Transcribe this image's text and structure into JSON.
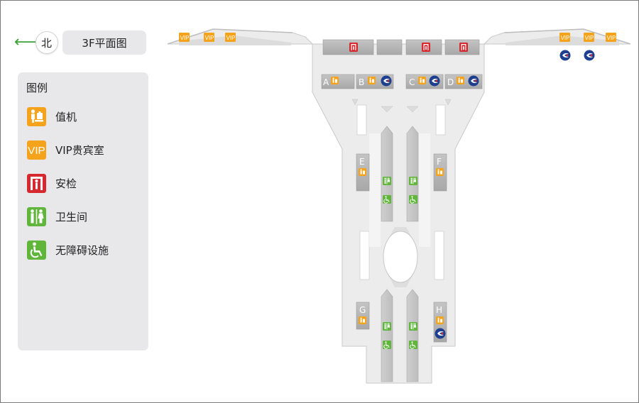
{
  "header": {
    "north_label": "北",
    "floor_title": "3F平面图"
  },
  "legend": {
    "title": "图例",
    "items": [
      {
        "key": "checkin",
        "label": "值机",
        "icon": "checkin-icon",
        "color": "#f5a31a"
      },
      {
        "key": "vip",
        "label": "VIP贵宾室",
        "icon": "vip-icon",
        "color": "#f5a31a",
        "icon_text": "VIP"
      },
      {
        "key": "security",
        "label": "安检",
        "icon": "security-icon",
        "color": "#d7282f"
      },
      {
        "key": "restroom",
        "label": "卫生间",
        "icon": "restroom-icon",
        "color": "#5fb63b"
      },
      {
        "key": "accessible",
        "label": "无障碍设施",
        "icon": "wheelchair-icon",
        "color": "#5fb63b"
      }
    ]
  },
  "map": {
    "vip_text": "VIP",
    "counter_labels": {
      "A": "A",
      "B": "B",
      "C": "C",
      "D": "D",
      "E": "E",
      "F": "F",
      "G": "G",
      "H": "H"
    },
    "airline_logo_color": "#1d3f8f",
    "airline_logo_accent": "#d7282f",
    "floor_color": "#ededed",
    "block_color": "#b4b4b4"
  }
}
